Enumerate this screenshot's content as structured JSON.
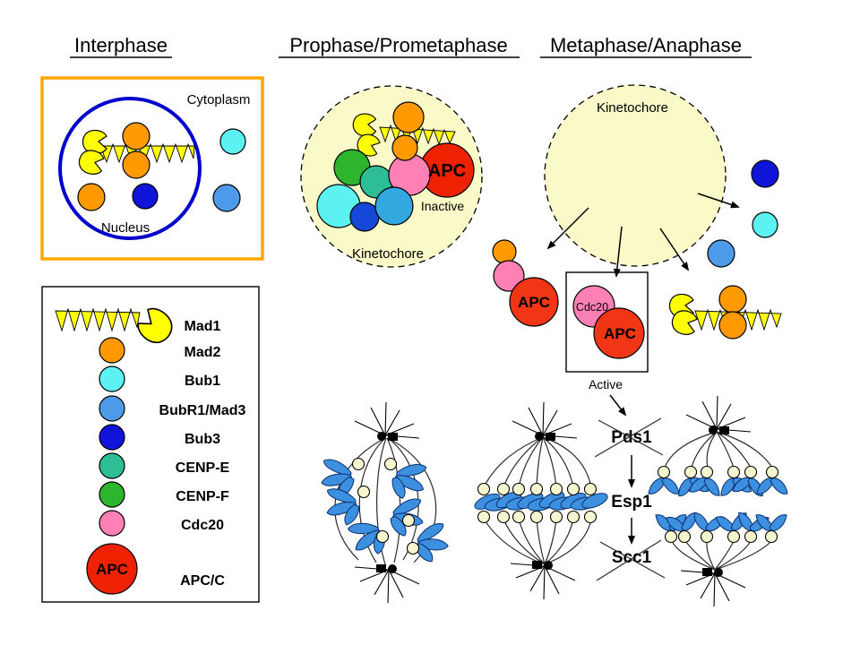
{
  "headers": {
    "interphase": "Interphase",
    "prophase": "Prophase/Prometaphase",
    "metaphase": "Metaphase/Anaphase"
  },
  "interphase_panel": {
    "cytoplasm": "Cytoplasm",
    "nucleus": "Nucleus"
  },
  "prophase_panel": {
    "apc": "APC",
    "inactive": "Inactive",
    "kinetochore": "Kinetochore"
  },
  "metaphase_panel": {
    "kinetochore": "Kinetochore",
    "stack_apc": "APC",
    "box_cdc20": "Cdc20",
    "box_apc": "APC",
    "active": "Active",
    "cascade": {
      "pds1": "Pds1",
      "esp1": "Esp1",
      "scc1": "Scc1"
    }
  },
  "legend": {
    "items": [
      {
        "label": "Mad1",
        "color": "#ffff00"
      },
      {
        "label": "Mad2",
        "color": "#ff9900"
      },
      {
        "label": "Bub1",
        "color": "#5df2f2"
      },
      {
        "label": "BubR1/Mad3",
        "color": "#4d9ae8"
      },
      {
        "label": "Bub3",
        "color": "#0f14d8"
      },
      {
        "label": "CENP-E",
        "color": "#2dbe96"
      },
      {
        "label": "CENP-F",
        "color": "#2db52d"
      },
      {
        "label": "Cdc20",
        "color": "#ff80b4"
      },
      {
        "label": "APC/C",
        "color": "#ee2200",
        "badge": "APC"
      }
    ]
  },
  "colors": {
    "background": "#ffffff",
    "interphase_border": "#ffa500",
    "nucleus_border": "#0000cc",
    "kinetochore_fill": "#fafac8",
    "chromosome_blue": "#3d8fe0",
    "kinetochore_dot": "#f5f5ce",
    "mad1_yellow": "#ffff00",
    "mad2_orange": "#ff9900",
    "bub1_cyan": "#5df2f2",
    "bubr1_blue": "#4d9ae8",
    "bub3_darkblue": "#0f14d8",
    "cenpe_teal": "#2dbe96",
    "cenpf_green": "#2db52d",
    "cdc20_pink": "#ff80b4",
    "apc_red": "#ee2200"
  }
}
